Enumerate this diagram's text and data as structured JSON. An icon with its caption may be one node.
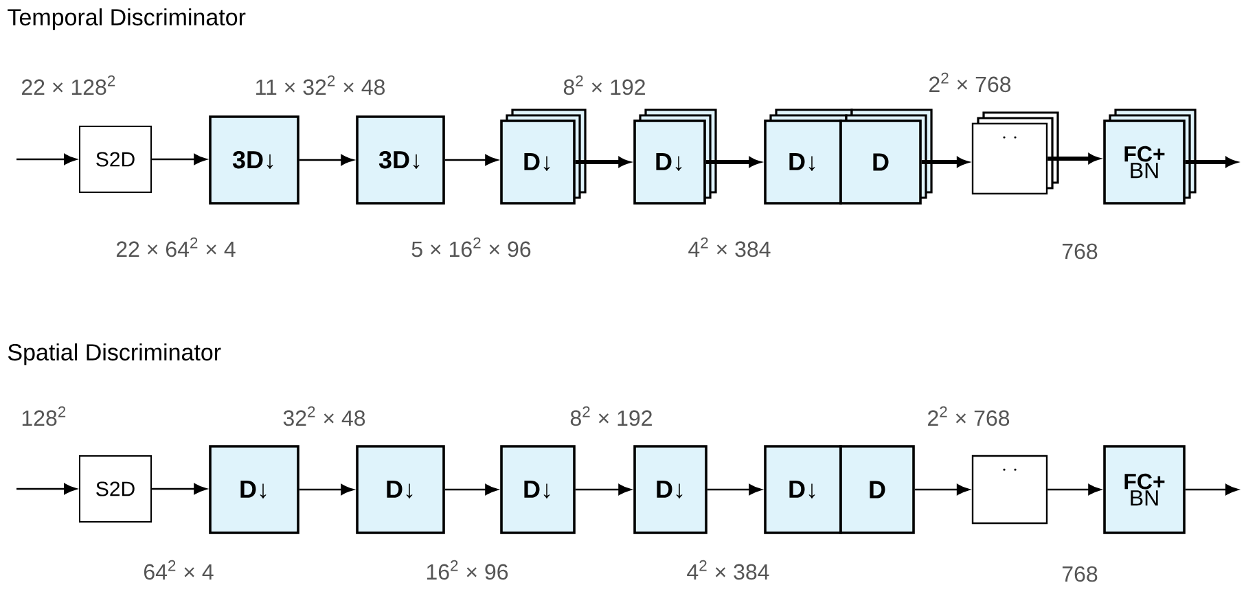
{
  "diagram": {
    "nodes": [
      {
        "text": [
          "S2D"
        ]
      },
      {
        "text": [
          "3D↓"
        ]
      },
      {
        "text": [
          "3D↓"
        ]
      },
      {
        "text": [
          "D↓"
        ]
      },
      {
        "text": [
          "D↓"
        ]
      },
      {
        "text": [
          "D↓"
        ]
      },
      {
        "text": [
          "D"
        ]
      },
      {
        "text": [],
        "shape": "box"
      },
      {
        "text": [
          "FC+",
          "BN"
        ]
      },
      {
        "text": [
          "S2D"
        ]
      },
      {
        "text": [
          "D↓"
        ]
      },
      {
        "text": [
          "D↓"
        ]
      },
      {
        "text": [
          "D↓"
        ]
      },
      {
        "text": [
          "D↓"
        ]
      },
      {
        "text": [
          "D↓"
        ]
      },
      {
        "text": [
          "D"
        ]
      },
      {
        "text": [],
        "shape": "box"
      },
      {
        "text": [
          "FC+",
          "BN"
        ]
      }
    ],
    "edges": [
      {
        "from": null,
        "to": 0,
        "arrow": "to"
      },
      {
        "from": 0,
        "to": 1,
        "arrow": "to"
      },
      {
        "from": 1,
        "to": 2,
        "arrow": "to"
      },
      {
        "from": 2,
        "to": 3,
        "arrow": "to"
      },
      {
        "from": 3,
        "to": 4,
        "arrow": "to",
        "style": "thick"
      },
      {
        "from": 4,
        "to": 5,
        "arrow": "to",
        "style": "thick"
      },
      {
        "from": 6,
        "to": 7,
        "arrow": "to",
        "style": "thick"
      },
      {
        "from": 7,
        "to": 8,
        "arrow": "to",
        "style": "thick"
      },
      {
        "from": 8,
        "to": null,
        "arrow": "to",
        "style": "thick"
      },
      {
        "from": null,
        "to": 9,
        "arrow": "to"
      },
      {
        "from": 9,
        "to": 10,
        "arrow": "to"
      },
      {
        "from": 10,
        "to": 11,
        "arrow": "to"
      },
      {
        "from": 11,
        "to": 12,
        "arrow": "to"
      },
      {
        "from": 12,
        "to": 13,
        "arrow": "to"
      },
      {
        "from": 13,
        "to": 14,
        "arrow": "to"
      },
      {
        "from": 15,
        "to": 16,
        "arrow": "to"
      },
      {
        "from": 16,
        "to": 17,
        "arrow": "to"
      },
      {
        "from": 17,
        "to": null,
        "arrow": "to"
      }
    ],
    "labels": [
      "Temporal Discriminator",
      "22 × 128$^{2}$",
      "11 × 32$^{2}$ × 48",
      "8$^{2}$ × 192",
      "2$^{2}$ × 768",
      "22 × 64$^{2}$ × 4",
      "5 × 16$^{2}$ × 96",
      "4$^{2}$ × 384",
      "768",
      "Spatial Discriminator",
      "128$^{2}$",
      "32$^{2}$ × 48",
      "8$^{2}$ × 192",
      "2$^{2}$ × 768",
      "64$^{2}$ × 4",
      "16$^{2}$ × 96",
      "4$^{2}$ × 384",
      "768"
    ]
  }
}
